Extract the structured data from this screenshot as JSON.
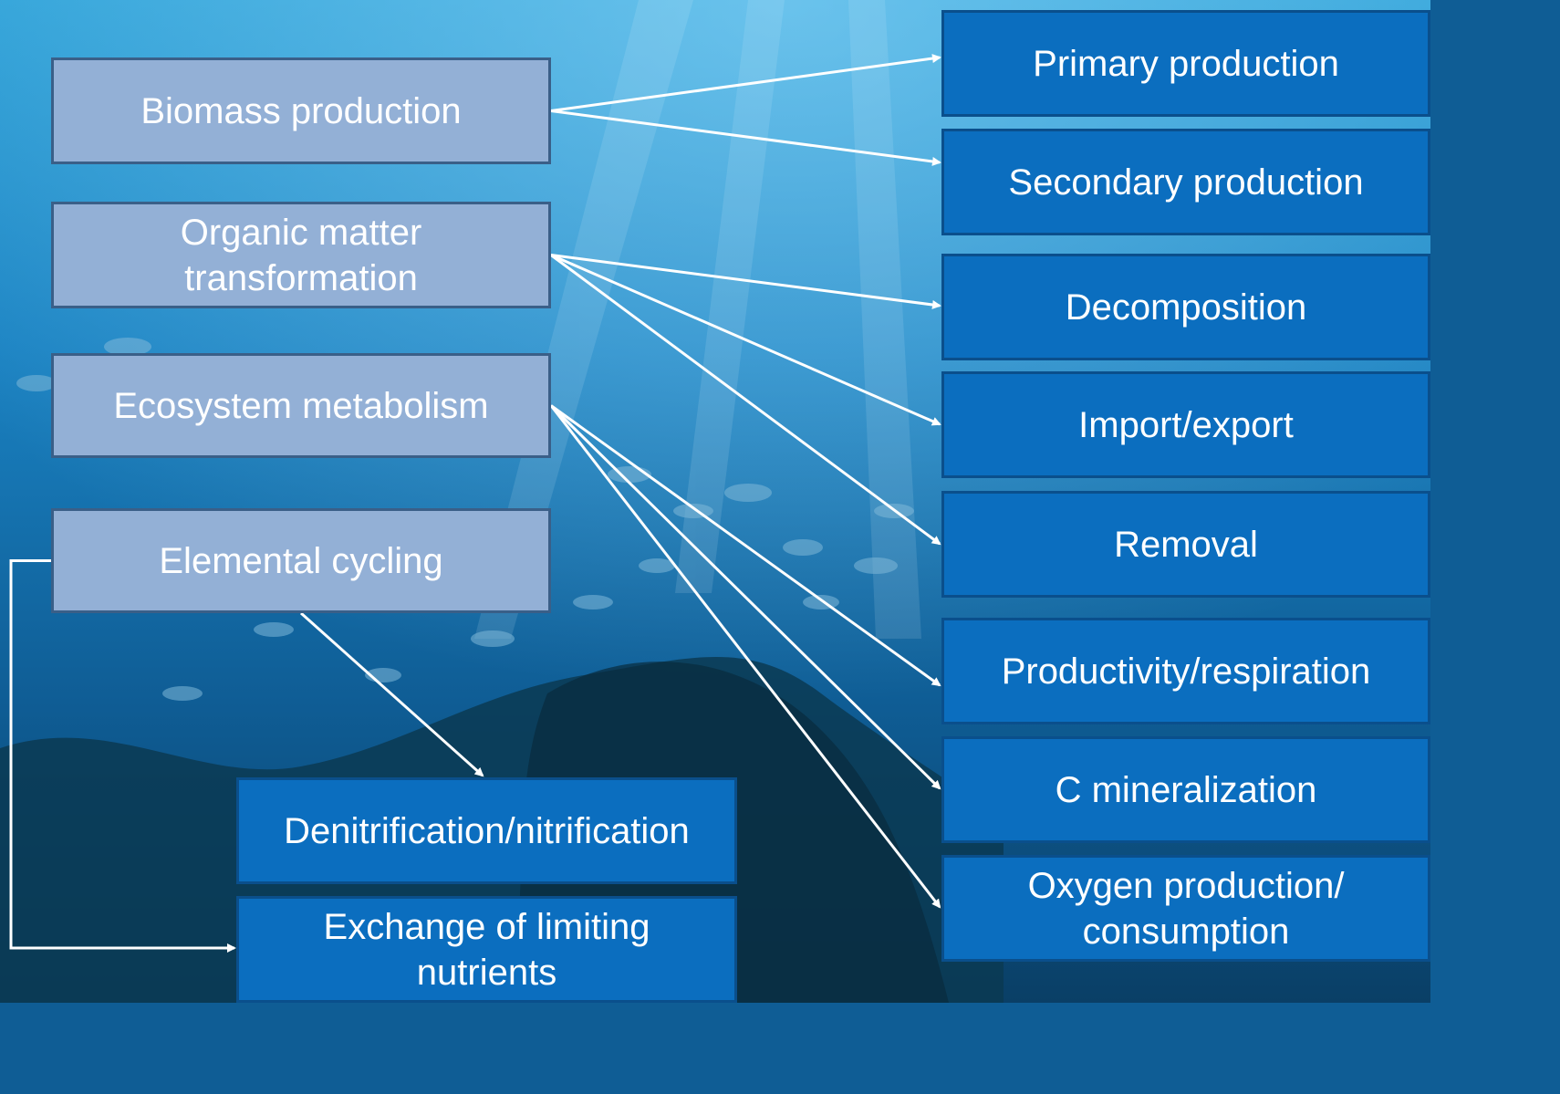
{
  "diagram": {
    "sources": [
      {
        "id": "biomass",
        "label": "Biomass production"
      },
      {
        "id": "organic",
        "label": "Organic matter transformation"
      },
      {
        "id": "metabolism",
        "label": "Ecosystem metabolism"
      },
      {
        "id": "cycling",
        "label": "Elemental cycling"
      }
    ],
    "targets": [
      {
        "id": "primary",
        "label": "Primary production"
      },
      {
        "id": "secondary",
        "label": "Secondary production"
      },
      {
        "id": "decomposition",
        "label": "Decomposition"
      },
      {
        "id": "importexport",
        "label": "Import/export"
      },
      {
        "id": "removal",
        "label": "Removal"
      },
      {
        "id": "productivity",
        "label": "Productivity/respiration"
      },
      {
        "id": "cmin",
        "label": "C mineralization"
      },
      {
        "id": "oxygen",
        "label": "Oxygen production/ consumption"
      },
      {
        "id": "denitrification",
        "label": "Denitrification/nitrification"
      },
      {
        "id": "exchange",
        "label": "Exchange of limiting nutrients"
      }
    ],
    "edges": [
      {
        "from": "biomass",
        "to": "primary"
      },
      {
        "from": "biomass",
        "to": "secondary"
      },
      {
        "from": "organic",
        "to": "decomposition"
      },
      {
        "from": "organic",
        "to": "importexport"
      },
      {
        "from": "organic",
        "to": "removal"
      },
      {
        "from": "metabolism",
        "to": "productivity"
      },
      {
        "from": "metabolism",
        "to": "cmin"
      },
      {
        "from": "metabolism",
        "to": "oxygen"
      },
      {
        "from": "cycling",
        "to": "denitrification"
      },
      {
        "from": "cycling",
        "to": "exchange"
      }
    ],
    "colors": {
      "source_fill": "#93b0d6",
      "target_fill": "#0b6ebf",
      "arrow": "#ffffff"
    }
  }
}
